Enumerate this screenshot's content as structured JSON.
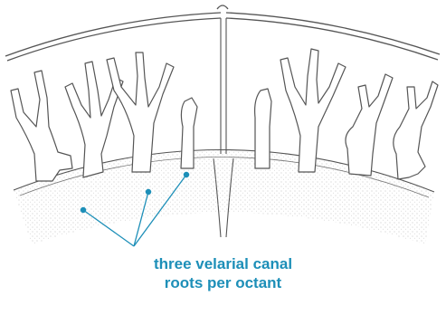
{
  "caption": {
    "line1": "three velarial canal",
    "line2": "roots per octant"
  },
  "colors": {
    "ink": "#555555",
    "stipple": "#9a9a9a",
    "callout": "#1d8fb8"
  },
  "icons": [
    "velarial-canal-illustration"
  ]
}
